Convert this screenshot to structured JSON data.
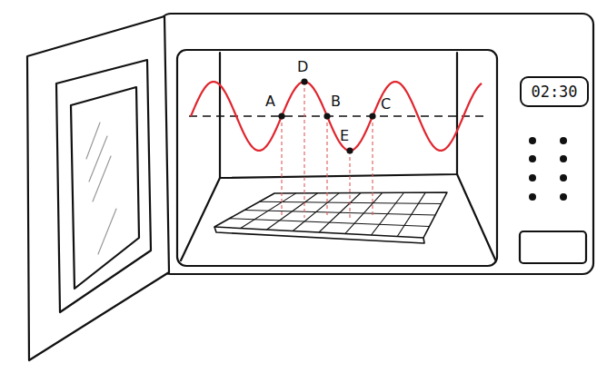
{
  "diagram": {
    "nodes": [
      {
        "text": [
          "02:30"
        ]
      }
    ],
    "labels": [
      "A",
      "D",
      "B",
      "E",
      "C"
    ]
  }
}
